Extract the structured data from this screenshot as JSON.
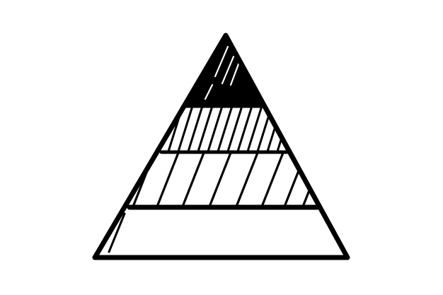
{
  "illustration": {
    "kind": "hatched-pyramid-icon",
    "tier_count": 4,
    "colors": {
      "ink": "#000000",
      "paper": "#ffffff"
    },
    "tiers": [
      {
        "name": "top",
        "fill": "solid-black"
      },
      {
        "name": "upper-middle",
        "fill": "dense-diagonal-hatch"
      },
      {
        "name": "lower-middle",
        "fill": "sparse-diagonal-hatch"
      },
      {
        "name": "base",
        "fill": "white-with-highlight"
      }
    ]
  }
}
